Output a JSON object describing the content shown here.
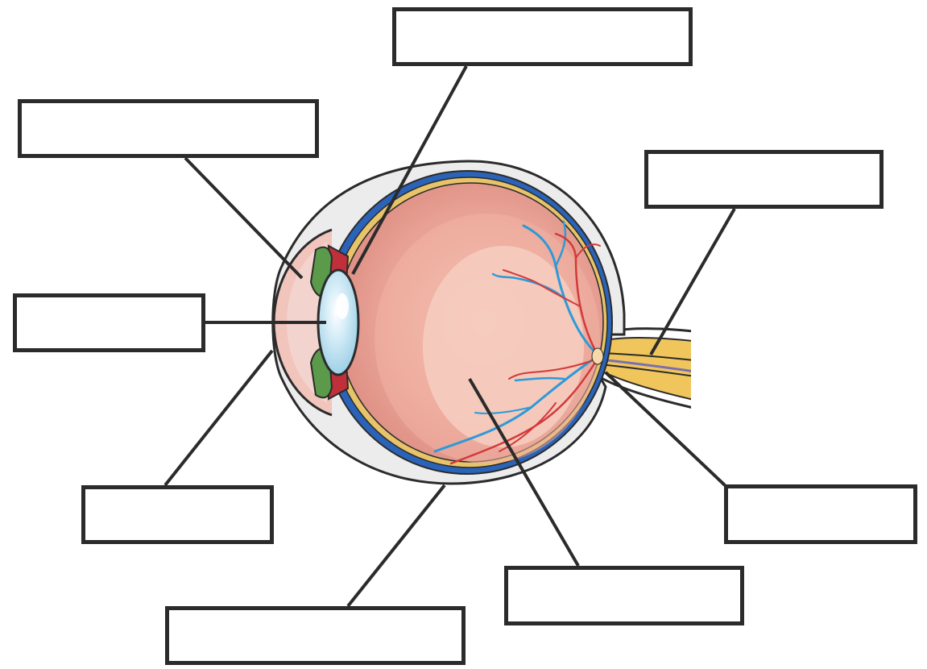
{
  "diagram": {
    "labels": [
      {
        "id": "box-top",
        "text": ""
      },
      {
        "id": "box-upper-left",
        "text": ""
      },
      {
        "id": "box-right-top",
        "text": ""
      },
      {
        "id": "box-mid-left",
        "text": ""
      },
      {
        "id": "box-lower-left",
        "text": ""
      },
      {
        "id": "box-right-low",
        "text": ""
      },
      {
        "id": "box-bottom-mid",
        "text": ""
      },
      {
        "id": "box-bottom-left",
        "text": ""
      }
    ]
  },
  "colors": {
    "outline": "#2b2b2b",
    "sclera_outer": "#e9e9e9",
    "choroid_blue": "#2a63b8",
    "retina_yellow": "#e7c36a",
    "vitreous": "#e08f87",
    "macula": "#f2c0b0",
    "lens": "#bfe3f2",
    "iris_green": "#5a9a4a",
    "ciliary_red": "#c0303a",
    "vein_blue": "#2d9ad8",
    "artery_red": "#d23a3a",
    "optic_nerve": "#f0c65c"
  }
}
